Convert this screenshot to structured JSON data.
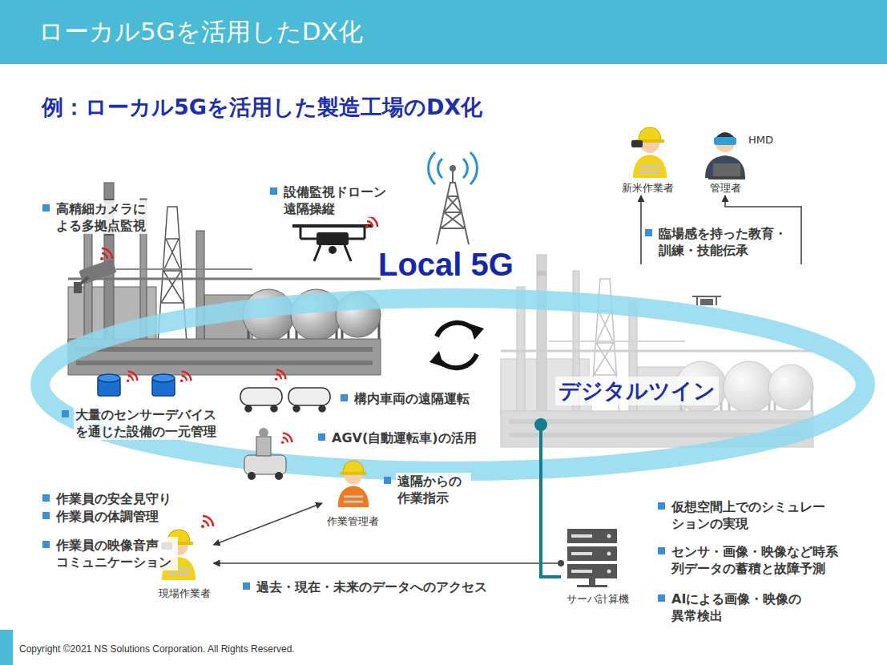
{
  "diagram": {
    "title": "ローカル5Gを活用したDX化",
    "nodes": [
      {
        "text": [
          "新米作業者"
        ]
      },
      {
        "text": [
          "管理者"
        ]
      },
      {
        "text": [
          "デジタルツイン"
        ]
      },
      {
        "text": [
          "作業管理者"
        ]
      },
      {
        "text": [
          "現場作業者"
        ]
      },
      {
        "text": [
          "サーバ計算機"
        ]
      }
    ],
    "edges": [
      {
        "from": 2,
        "to": 0,
        "arrow": "to"
      },
      {
        "from": 2,
        "to": 1,
        "arrow": "to"
      },
      {
        "from": 3,
        "to": 4,
        "arrow": "both"
      },
      {
        "from": 5,
        "to": 4,
        "arrow": "to",
        "label": "過去・現在・未来のデータへのアクセス"
      },
      {
        "from": 2,
        "to": 5,
        "arrow": "none"
      }
    ],
    "labels": [
      "例：ローカル5Gを活用した製造工場のDX化",
      "高精細カメラに よる多拠点監視",
      "設備監視ドローン 遠隔操縦",
      "Local 5G",
      "HMD",
      "臨場感を持った教育・ 訓練・技能伝承",
      "構内車両の遠隔運転",
      "大量のセンサーデバイス を通じた設備の一元管理",
      "AGV(自動運転車)の活用",
      "遠隔からの 作業指示",
      "作業員の安全見守り",
      "作業員の体調管理",
      "作業員の映像音声 コミュニケーション",
      "仮想空間上でのシミュレー ションの実現",
      "センサ・画像・映像など時系 列データの蓄積と故障予測",
      "AIによる画像・映像の 異常検出",
      "Copyright ©2021 NS Solutions Corporation. All Rights Reserved."
    ]
  }
}
